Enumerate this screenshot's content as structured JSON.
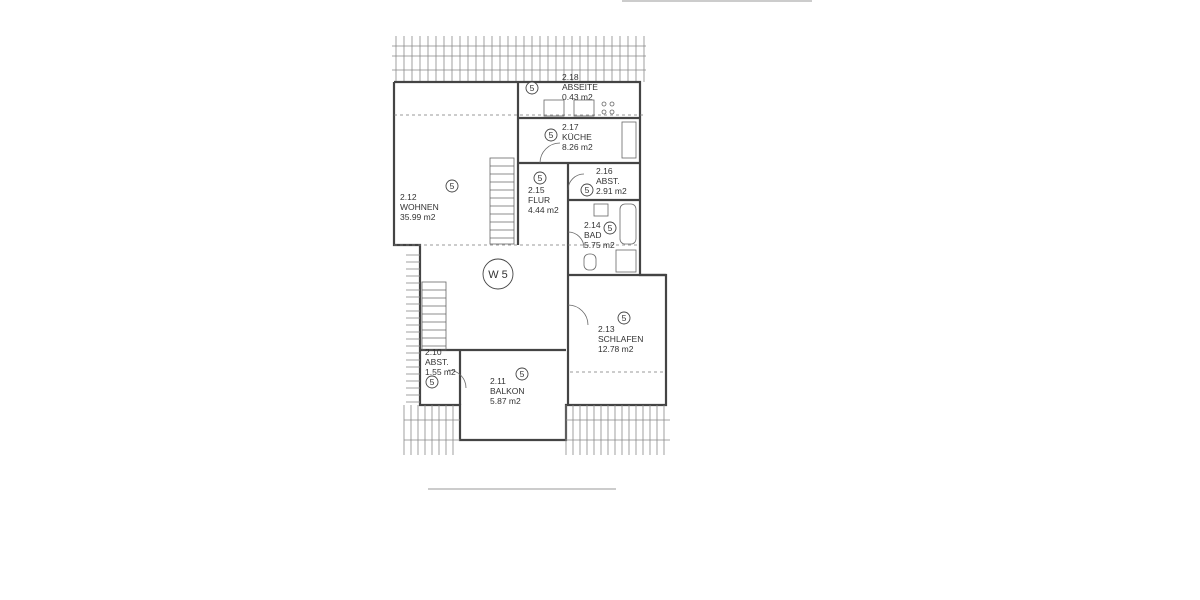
{
  "plan": {
    "unit_label": "W 5",
    "rooms": [
      {
        "number": "2.18",
        "name": "ABSEITE",
        "area": "0.43 m2",
        "marker": "5"
      },
      {
        "number": "2.17",
        "name": "KÜCHE",
        "area": "8.26 m2",
        "marker": "5"
      },
      {
        "number": "2.16",
        "name": "ABST.",
        "area": "2.91 m2",
        "marker": "5"
      },
      {
        "number": "2.15",
        "name": "FLUR",
        "area": "4.44 m2",
        "marker": "5"
      },
      {
        "number": "2.14",
        "name": "BAD",
        "area": "5.75 m2",
        "marker": "5"
      },
      {
        "number": "2.12",
        "name": "WOHNEN",
        "area": "35.99 m2",
        "marker": "5"
      },
      {
        "number": "2.13",
        "name": "SCHLAFEN",
        "area": "12.78 m2",
        "marker": "5"
      },
      {
        "number": "2.10",
        "name": "ABST.",
        "area": "1.55 m2",
        "marker": "5"
      },
      {
        "number": "2.11",
        "name": "BALKON",
        "area": "5.87 m2",
        "marker": "5"
      }
    ]
  }
}
